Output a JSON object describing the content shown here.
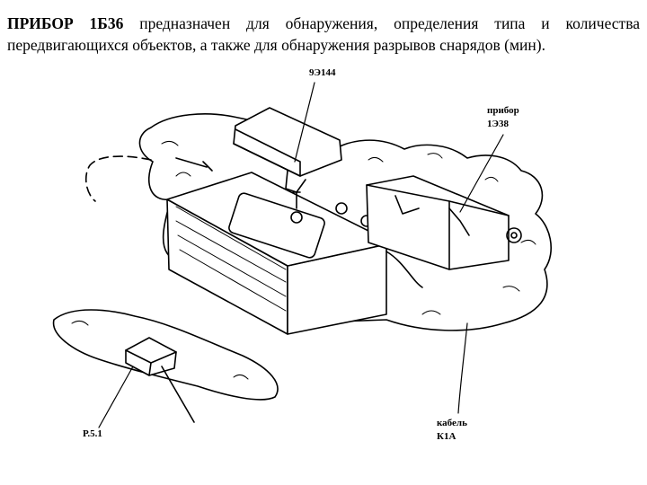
{
  "heading": {
    "title_bold": "ПРИБОР 1Б36",
    "title_rest": " предназначен для обнаружения,  определения типа  и количества передвигающихся объектов, а также для обнаружения разрывов снарядов (мин)."
  },
  "labels": {
    "unit_9e144": "9Э144",
    "device_line1": "прибор",
    "device_line2": "1Э38",
    "sensor_r51": "Р.5.1",
    "cable_line1": "кабель",
    "cable_line2": "К1А"
  }
}
